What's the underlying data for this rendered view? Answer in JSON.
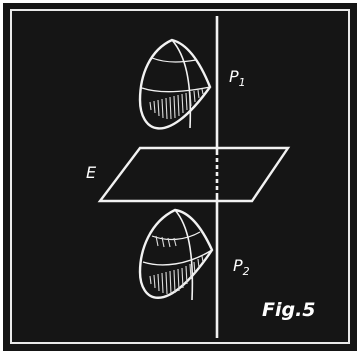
{
  "figure": {
    "caption": "Fig.5",
    "labels": {
      "p1": "P",
      "p1_sub": "1",
      "p2": "P",
      "p2_sub": "2",
      "plane": "E"
    },
    "colors": {
      "background": "#151515",
      "frame": "#e9e9e9",
      "ink": "#f2f2f2"
    }
  }
}
